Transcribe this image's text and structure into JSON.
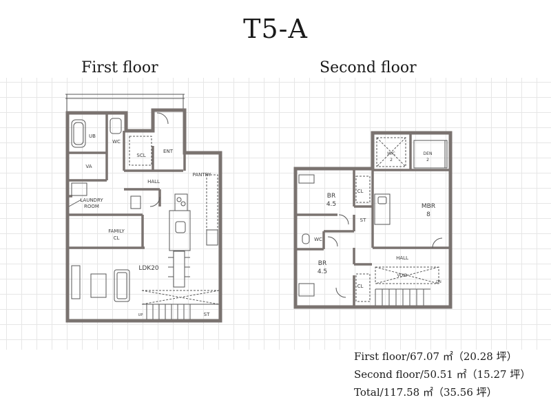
{
  "title": "T5-A",
  "first_floor": {
    "label": "First floor",
    "rooms": {
      "ub": "UB",
      "wc": "WC",
      "scl": "SCL",
      "ent": "ENT",
      "va": "VA",
      "hall": "HALL",
      "pantry": "PANTRY",
      "laundry_1": "LAUNDRY",
      "laundry_2": "ROOM",
      "family_1": "FAMILY",
      "family_2": "CL",
      "ldk": "LDK20",
      "up": "UP",
      "st": "ST"
    }
  },
  "second_floor": {
    "label": "Second floor",
    "rooms": {
      "wic": "WIC",
      "wic_size": "2",
      "den": "DEN",
      "den_size": "2",
      "br_top": "BR",
      "br_top_size": "4.5",
      "cl_top": "CL",
      "mbr": "MBR",
      "mbr_size": "8",
      "st": "ST",
      "wc": "WC",
      "hall": "HALL",
      "br_bottom": "BR",
      "br_bottom_size": "4.5",
      "cl_bottom": "CL",
      "void": "VOID",
      "dn": "DN"
    }
  },
  "areas": {
    "first": "First floor/67.07 ㎡（20.28 坪）",
    "second": "Second floor/50.51 ㎡（15.27 坪）",
    "total": "Total/117.58 ㎡（35.56 坪）"
  },
  "colors": {
    "wall": "#7a7370",
    "line": "#555555",
    "grid": "#e6e6e6"
  }
}
